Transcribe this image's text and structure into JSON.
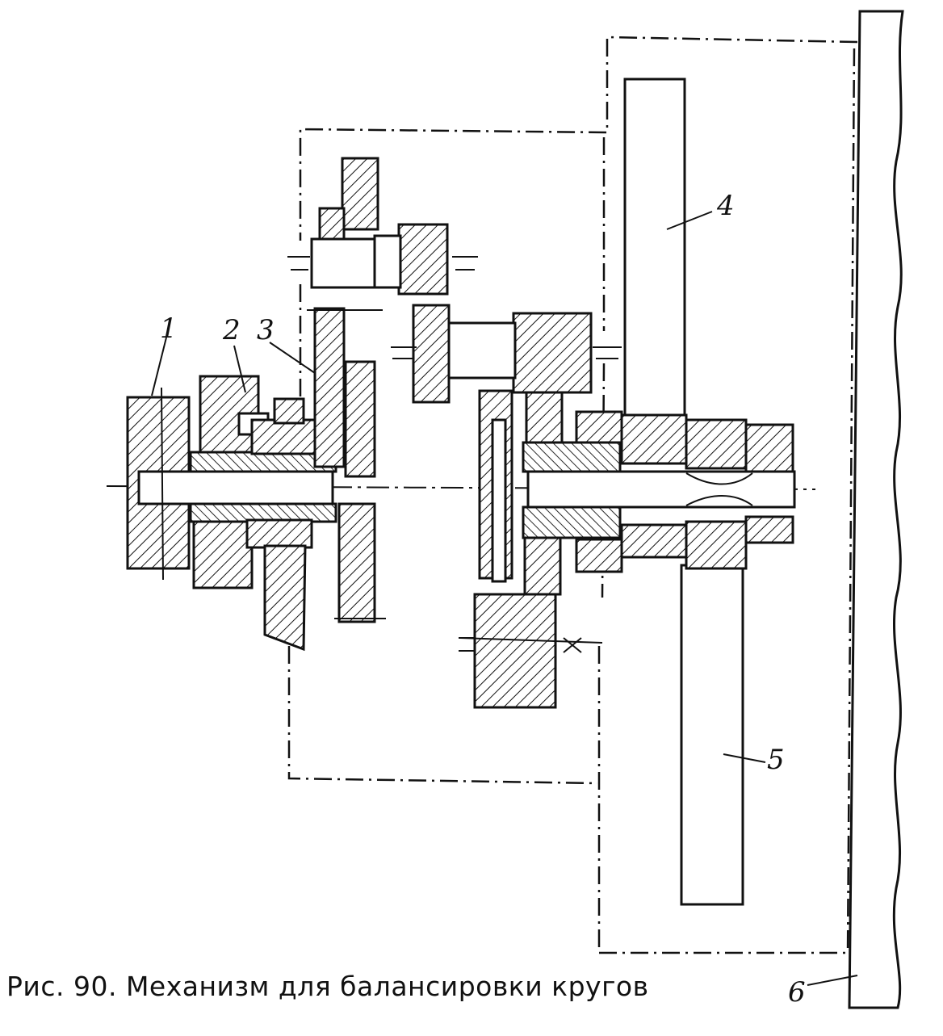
{
  "figure": {
    "caption": "Рис. 90. Механизм для балансировки кругов",
    "labels": [
      "1",
      "2",
      "3",
      "4",
      "5",
      "6"
    ]
  },
  "colors": {
    "ink": "#111111",
    "paper": "#ffffff"
  }
}
